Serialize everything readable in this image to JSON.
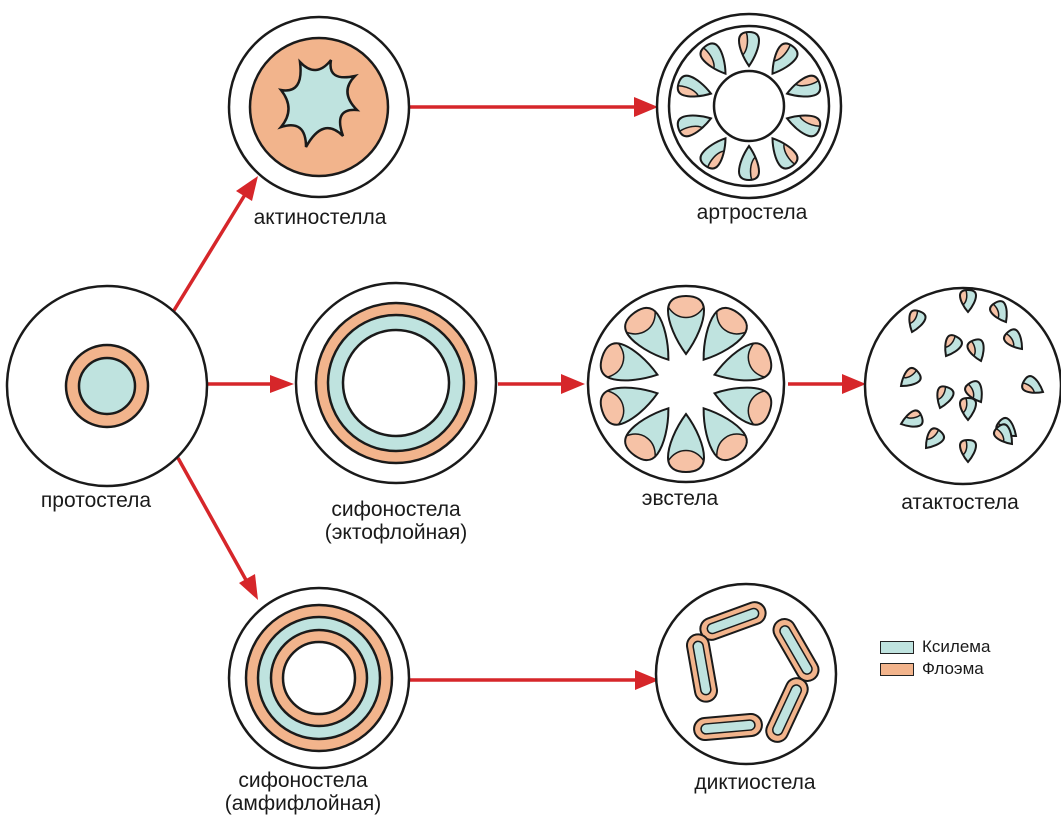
{
  "colors": {
    "xylem": "#bfe3df",
    "phloem": "#f2b48c",
    "phloem_light": "#f6c2a6",
    "arrow": "#d6262a",
    "outline": "#1a1a1a"
  },
  "labels": {
    "protostele": "протостела",
    "actinostele": "актиностелла",
    "arthrostele": "артростела",
    "siphonostele_ecto_1": "сифоностела",
    "siphonostele_ecto_2": "(эктофлойная)",
    "eustele": "эвстела",
    "atactostele": "атактостела",
    "siphonostele_amphi_1": "сифоностела",
    "siphonostele_amphi_2": "(амфифлойная)",
    "dictyostele": "диктиостела"
  },
  "legend": {
    "xylem": "Ксилема",
    "phloem": "Флоэма"
  }
}
